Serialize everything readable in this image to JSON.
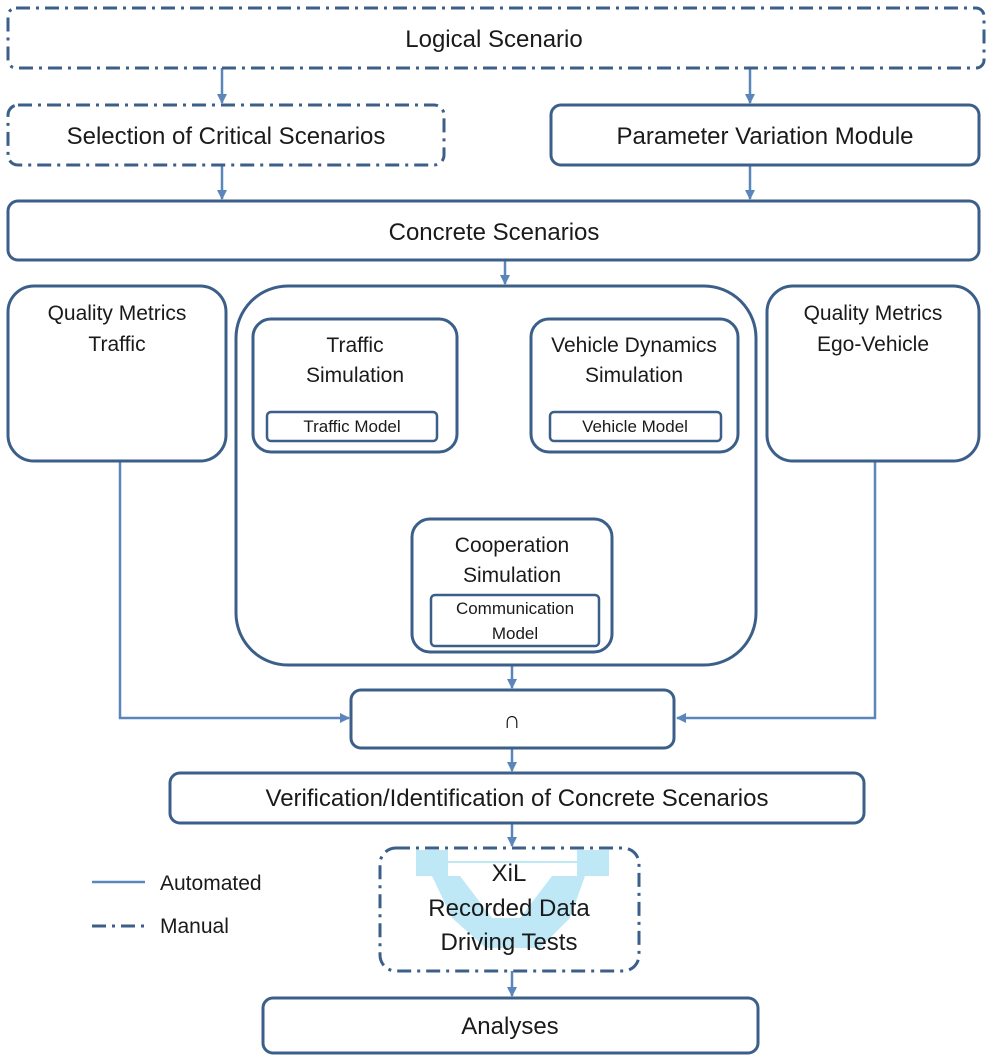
{
  "boxes": {
    "logical_scenario": "Logical Scenario",
    "selection_critical": "Selection of Critical Scenarios",
    "parameter_variation": "Parameter Variation Module",
    "concrete_scenarios": "Concrete Scenarios",
    "quality_traffic_line1": "Quality Metrics",
    "quality_traffic_line2": "Traffic",
    "quality_ego_line1": "Quality Metrics",
    "quality_ego_line2": "Ego-Vehicle",
    "traffic_sim_line1": "Traffic",
    "traffic_sim_line2": "Simulation",
    "traffic_model": "Traffic Model",
    "vehicle_sim_line1": "Vehicle Dynamics",
    "vehicle_sim_line2": "Simulation",
    "vehicle_model": "Vehicle Model",
    "coop_sim_line1": "Cooperation",
    "coop_sim_line2": "Simulation",
    "comm_model_line1": "Communication",
    "comm_model_line2": "Model",
    "intersection": "∩",
    "verification": "Verification/Identification  of Concrete Scenarios",
    "xil_line1": "XiL",
    "xil_line2": "Recorded Data",
    "xil_line3": "Driving Tests",
    "analyses": "Analyses"
  },
  "legend": {
    "automated": "Automated",
    "manual": "Manual"
  },
  "colors": {
    "box_stroke": "#3c5f8a",
    "arrow": "#5b86bb",
    "watermark": "#bfe8f7"
  }
}
